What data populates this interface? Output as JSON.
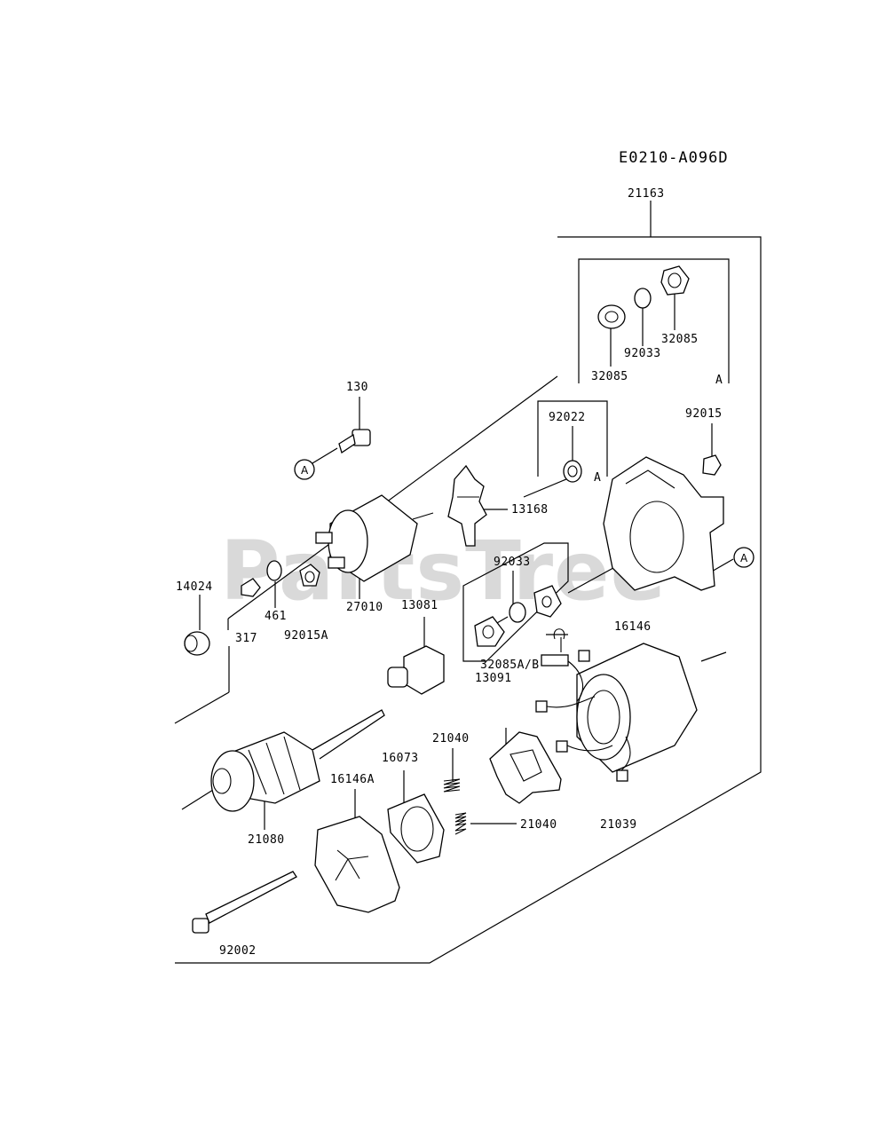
{
  "diagram": {
    "code": "E0210-A096D",
    "watermark": "PartsTree",
    "ref_marker": "A",
    "labels": {
      "p21163": "21163",
      "p32085_top": "32085",
      "p92033_top": "92033",
      "p32085_left": "32085",
      "box_a_top": "A",
      "p130": "130",
      "p92022": "92022",
      "box_a_mid": "A",
      "p92015": "92015",
      "p13168": "13168",
      "p14024": "14024",
      "p461": "461",
      "p317": "317",
      "p92015A": "92015A",
      "p27010": "27010",
      "p13081": "13081",
      "p92033_mid": "92033",
      "p16146": "16146",
      "p32085AB": "32085A/B",
      "p13091": "13091",
      "p21040_a": "21040",
      "p16073": "16073",
      "p16146A": "16146A",
      "p21040_b": "21040",
      "p21039": "21039",
      "p21080": "21080",
      "p92002": "92002"
    }
  }
}
